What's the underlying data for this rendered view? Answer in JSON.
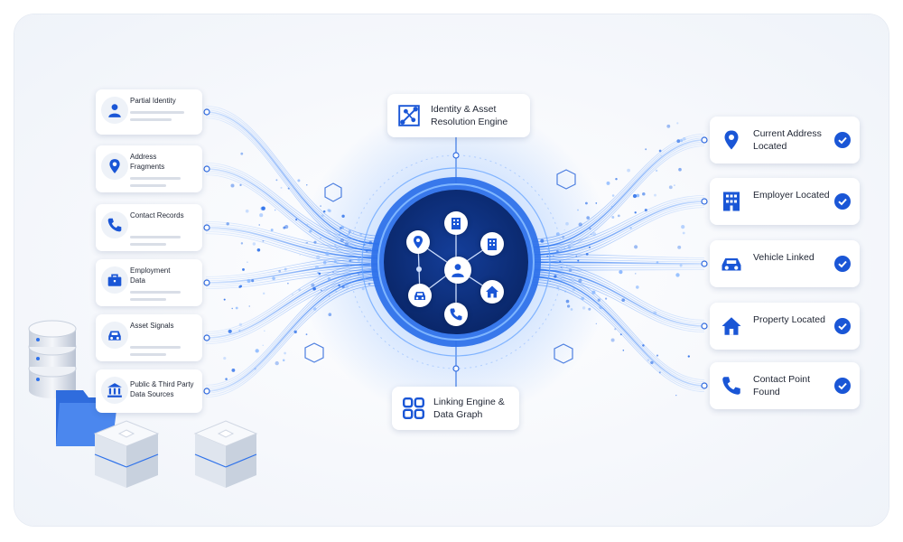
{
  "left_sources": [
    {
      "label": "Partial Identity",
      "icon": "person-icon"
    },
    {
      "label": "Address Fragments",
      "icon": "map-pin-icon"
    },
    {
      "label": "Contact Records",
      "icon": "phone-icon"
    },
    {
      "label": "Employment Data",
      "icon": "briefcase-icon"
    },
    {
      "label": "Asset Signals",
      "icon": "car-icon"
    },
    {
      "label": "Public & Third Party Data Sources",
      "icon": "institution-icon"
    }
  ],
  "engine": {
    "title": "Identity & Asset Resolution Engine",
    "icon": "network-graph-icon"
  },
  "linking": {
    "title": "Linking Engine & Data Graph",
    "icon": "grid-icon"
  },
  "hub_nodes": [
    "person-icon",
    "building-icon",
    "map-pin-icon",
    "building-icon",
    "car-icon",
    "home-icon",
    "phone-icon"
  ],
  "results": [
    {
      "label": "Current Address Located",
      "icon": "map-pin-icon"
    },
    {
      "label": "Employer Located",
      "icon": "building-icon"
    },
    {
      "label": "Vehicle Linked",
      "icon": "car-icon"
    },
    {
      "label": "Property Located",
      "icon": "home-icon"
    },
    {
      "label": "Contact Point Found",
      "icon": "phone-icon"
    }
  ],
  "decor": [
    "database-icon",
    "folder-icon",
    "server-block-icon"
  ],
  "colors": {
    "accent": "#1a56d6",
    "accent_light": "#3d8bff",
    "hub_dark": "#0d2f7a",
    "text": "#1f2533",
    "placeholder": "#d9dee7"
  }
}
